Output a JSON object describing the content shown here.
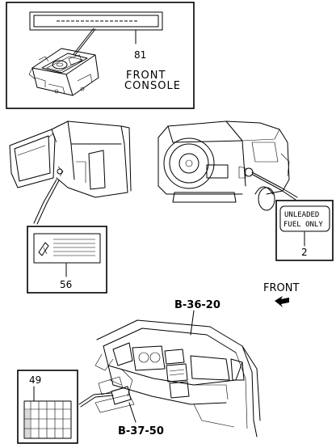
{
  "callouts": {
    "part_81": "81",
    "front_console_line1": "FRONT",
    "front_console_line2": "CONSOLE",
    "part_56": "56",
    "part_2": "2",
    "unleaded_line1": "UNLEADED",
    "unleaded_line2": "FUEL ONLY",
    "front_direction": "FRONT",
    "ref_upper": "B-36-20",
    "ref_lower": "B-37-50",
    "part_49": "49"
  }
}
